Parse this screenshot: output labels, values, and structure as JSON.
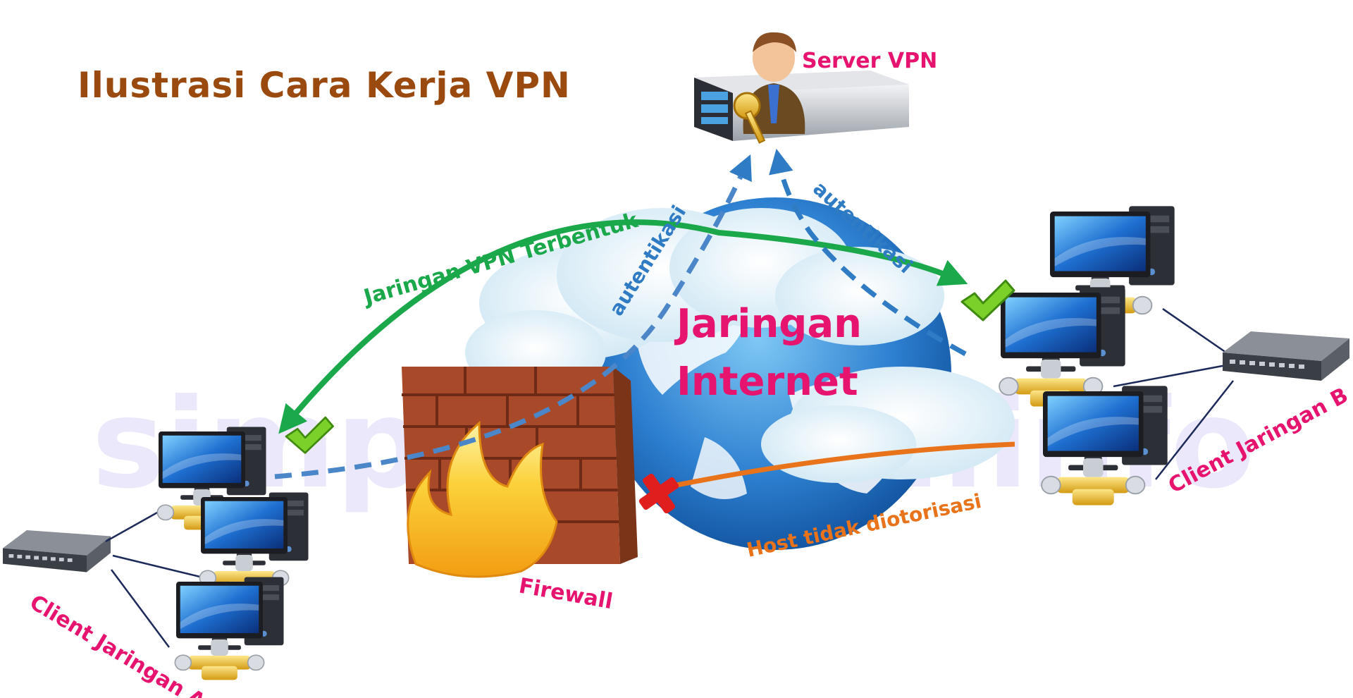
{
  "title": "Ilustrasi Cara Kerja VPN",
  "watermark": "simpulpedia.info",
  "labels": {
    "server": "Server VPN",
    "internet_line1": "Jaringan",
    "internet_line2": "Internet",
    "vpn_formed": "Jaringan VPN Terbentuk",
    "auth_left": "autentikasi",
    "auth_right": "autentikasi",
    "host_denied": "Host tidak diotorisasi",
    "firewall": "Firewall",
    "client_a": "Client Jaringan A",
    "client_b": "Client Jaringan B"
  },
  "colors": {
    "title": "#9a4a0f",
    "pink": "#e6146e",
    "green": "#1aa84a",
    "blue": "#2f7bc4",
    "orange": "#e8731a",
    "red": "#e01e1e",
    "watermark": "#ece8fb"
  },
  "icons": {
    "server": "vpn-server-icon",
    "globe": "globe-icon",
    "firewall": "firewall-icon",
    "computer": "computer-icon",
    "switch": "network-switch-icon",
    "check": "checkmark-icon",
    "blocked": "red-x-icon"
  }
}
